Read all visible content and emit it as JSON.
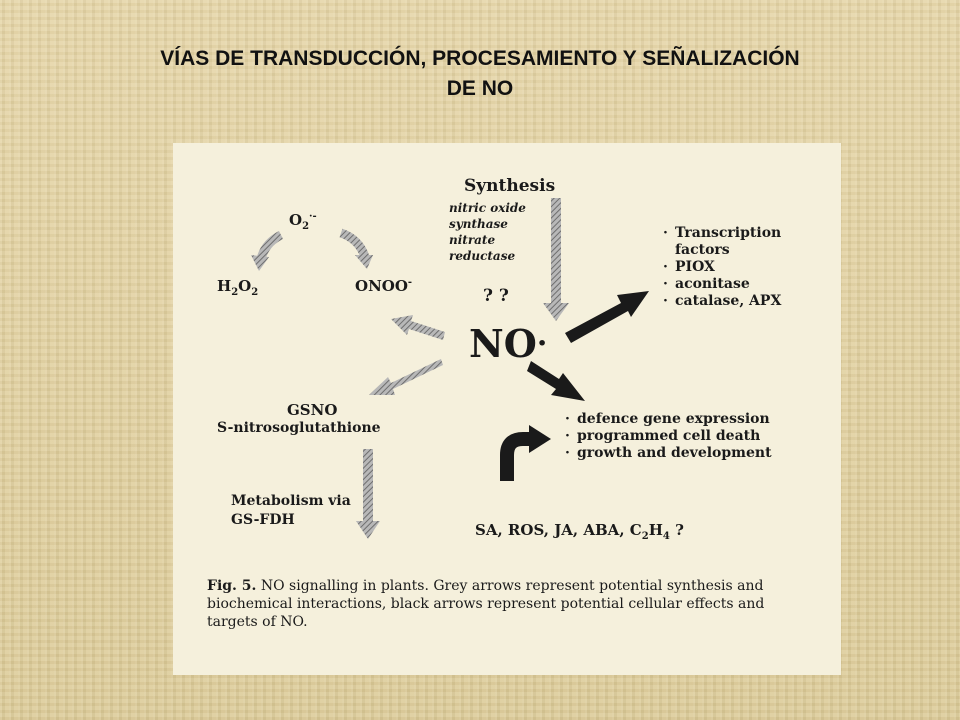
{
  "slide": {
    "title_line1": "VÍAS DE TRANSDUCCIÓN, PROCESAMIENTO Y SEÑALIZACIÓN",
    "title_line2": "DE NO"
  },
  "diagram": {
    "synthesis": "Synthesis",
    "enzymes": [
      "nitric oxide",
      "synthase",
      "nitrate",
      "reductase"
    ],
    "question_marks": "?   ?",
    "no_center": "NO",
    "no_dot": "·",
    "o2_radical": {
      "base": "O",
      "sub": "2",
      "sup": "·-"
    },
    "h2o2": {
      "h": "H",
      "sub1": "2",
      "o": "O",
      "sub2": "2"
    },
    "onoo": {
      "base": "ONOO",
      "sup": "-"
    },
    "gsno": "GSNO",
    "gsno_full": "S-nitrosoglutathione",
    "metabolism": "Metabolism via",
    "gs_fdh": "GS-FDH",
    "targets": [
      "Transcription",
      "factors",
      "PIOX",
      "aconitase",
      "catalase, APX"
    ],
    "effects": [
      "defence gene expression",
      "programmed cell death",
      "growth and development"
    ],
    "signals": {
      "text": "SA, ROS, JA, ABA, C",
      "sub1": "2",
      "h": "H",
      "sub2": "4",
      "tail": " ?"
    },
    "bullet": "·"
  },
  "caption": {
    "fig_label": "Fig. 5.",
    "text": " NO signalling in plants. Grey arrows represent potential synthesis and biochemical interactions, black arrows represent potential cellular effects and targets of NO."
  },
  "colors": {
    "grey_arrow": "#8c8c8c",
    "black_arrow": "#1a1a1a",
    "figure_bg": "#f5f0dc"
  }
}
